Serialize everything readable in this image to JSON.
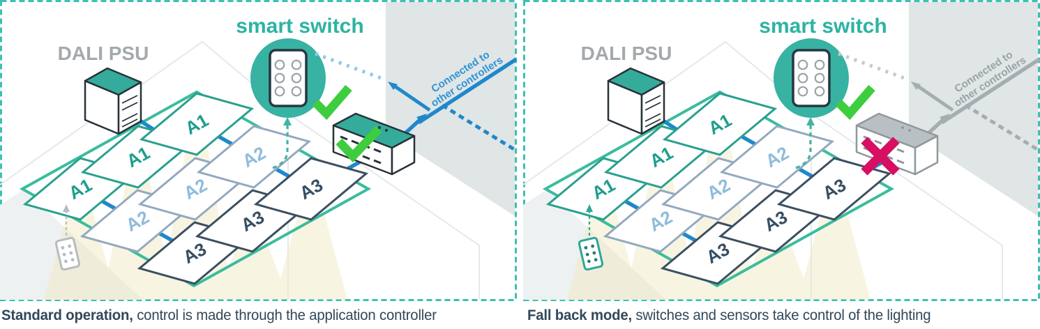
{
  "panels": {
    "standard": {
      "psu_label": "DALI PSU",
      "switch_label": "smart switch",
      "connected_line1": "Connected to",
      "connected_line2": "other controllers",
      "controller_status_icon": "check",
      "network_state": "active",
      "caption_bold": "Standard operation,",
      "caption_rest": " control is made through the application controller"
    },
    "fallback": {
      "psu_label": "DALI PSU",
      "switch_label": "smart switch",
      "connected_line1": "Connected to",
      "connected_line2": "other controllers",
      "controller_status_icon": "cross",
      "network_state": "inactive",
      "caption_bold": "Fall back mode,",
      "caption_rest": " switches and sensors take control of the lighting"
    }
  },
  "tiles": {
    "labels": [
      "A1",
      "A2",
      "A3"
    ]
  },
  "colors": {
    "border_teal": "#3cc0b4",
    "accent_teal": "#2cb3a2",
    "bus_blue": "#1f88cc",
    "inactive_gray": "#a6adb1",
    "check_green": "#3ecd3f",
    "cross_magenta": "#d60f63",
    "caption_navy": "#31485a",
    "a1_text": "#1d9e8c",
    "a2_text": "#8fbcdb",
    "a3_text": "#374f63",
    "psu_label_gray": "#a3a9ac",
    "beam_yellow": "#efe9bf"
  }
}
